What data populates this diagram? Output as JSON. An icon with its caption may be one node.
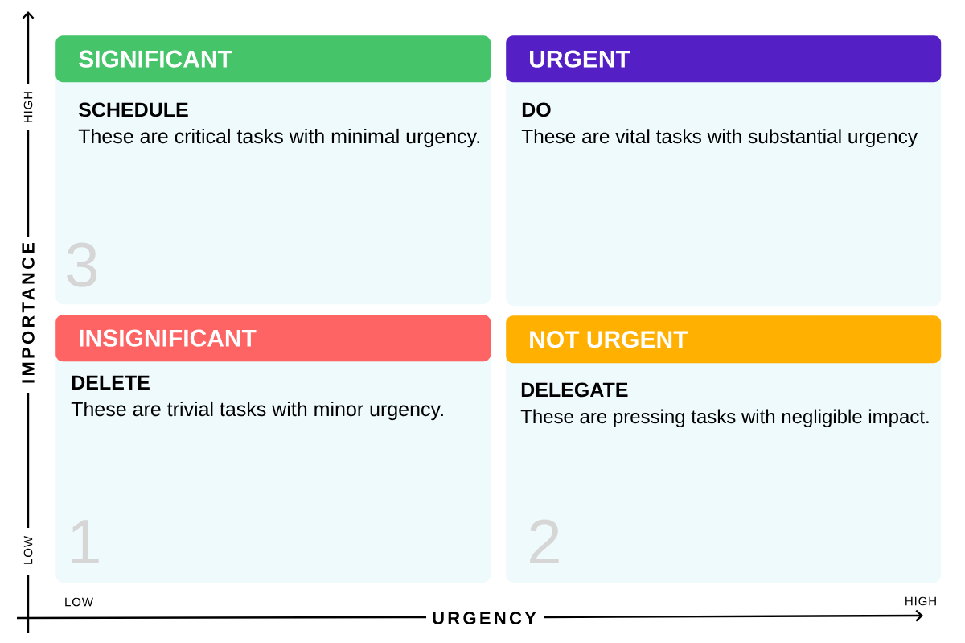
{
  "diagram": {
    "nodes": [
      {
        "text": [
          "SCHEDULE",
          "These are critical tasks with minimal urgency.",
          "3"
        ]
      },
      {
        "text": [
          "SIGNIFICANT"
        ],
        "in": 0
      },
      {
        "text": [
          "DO",
          "These are vital tasks with substantial urgency"
        ]
      },
      {
        "text": [
          "URGENT"
        ],
        "in": 2
      },
      {
        "text": [
          "DELETE",
          "These are trivial tasks with minor urgency.",
          "1"
        ]
      },
      {
        "text": [
          "INSIGNIFICANT"
        ],
        "in": 4
      },
      {
        "text": [
          "DELEGATE",
          "These are pressing tasks with negligible impact.",
          "2"
        ]
      },
      {
        "text": [
          "NOT URGENT"
        ],
        "in": 6
      }
    ],
    "labels": [
      "HIGH",
      "IMPORTANCE",
      "LOW",
      "LOW",
      "URGENCY",
      "HIGH"
    ]
  }
}
